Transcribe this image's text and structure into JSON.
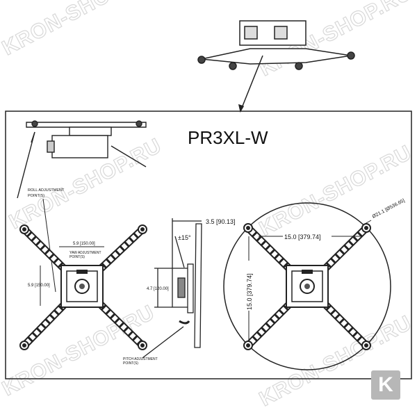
{
  "title": "PR3XL-W",
  "labels": {
    "roll_adjustment": [
      "ROLL ADJUSTMENT",
      "POINT(S)"
    ],
    "yaw_adjustment": [
      "YAW ADJUSTMENT",
      "POINT(S)"
    ],
    "pitch_adjustment": [
      "PITCH ADJUSTMENT",
      "POINT(S)"
    ],
    "width_front": "5.9 [150.00]",
    "height_front": "5.9 [150.00]",
    "side_height": "4.7 [120.00]",
    "side_depth": "3.5 [90.13]",
    "tilt": "±15°",
    "span_horizontal": "15.0 [379.74]",
    "span_vertical": "15.0 [379.74]",
    "diameter": "Ø21.1 [Ø536.65]"
  },
  "watermark": "KRON-SHOP.RU",
  "badge": "K"
}
